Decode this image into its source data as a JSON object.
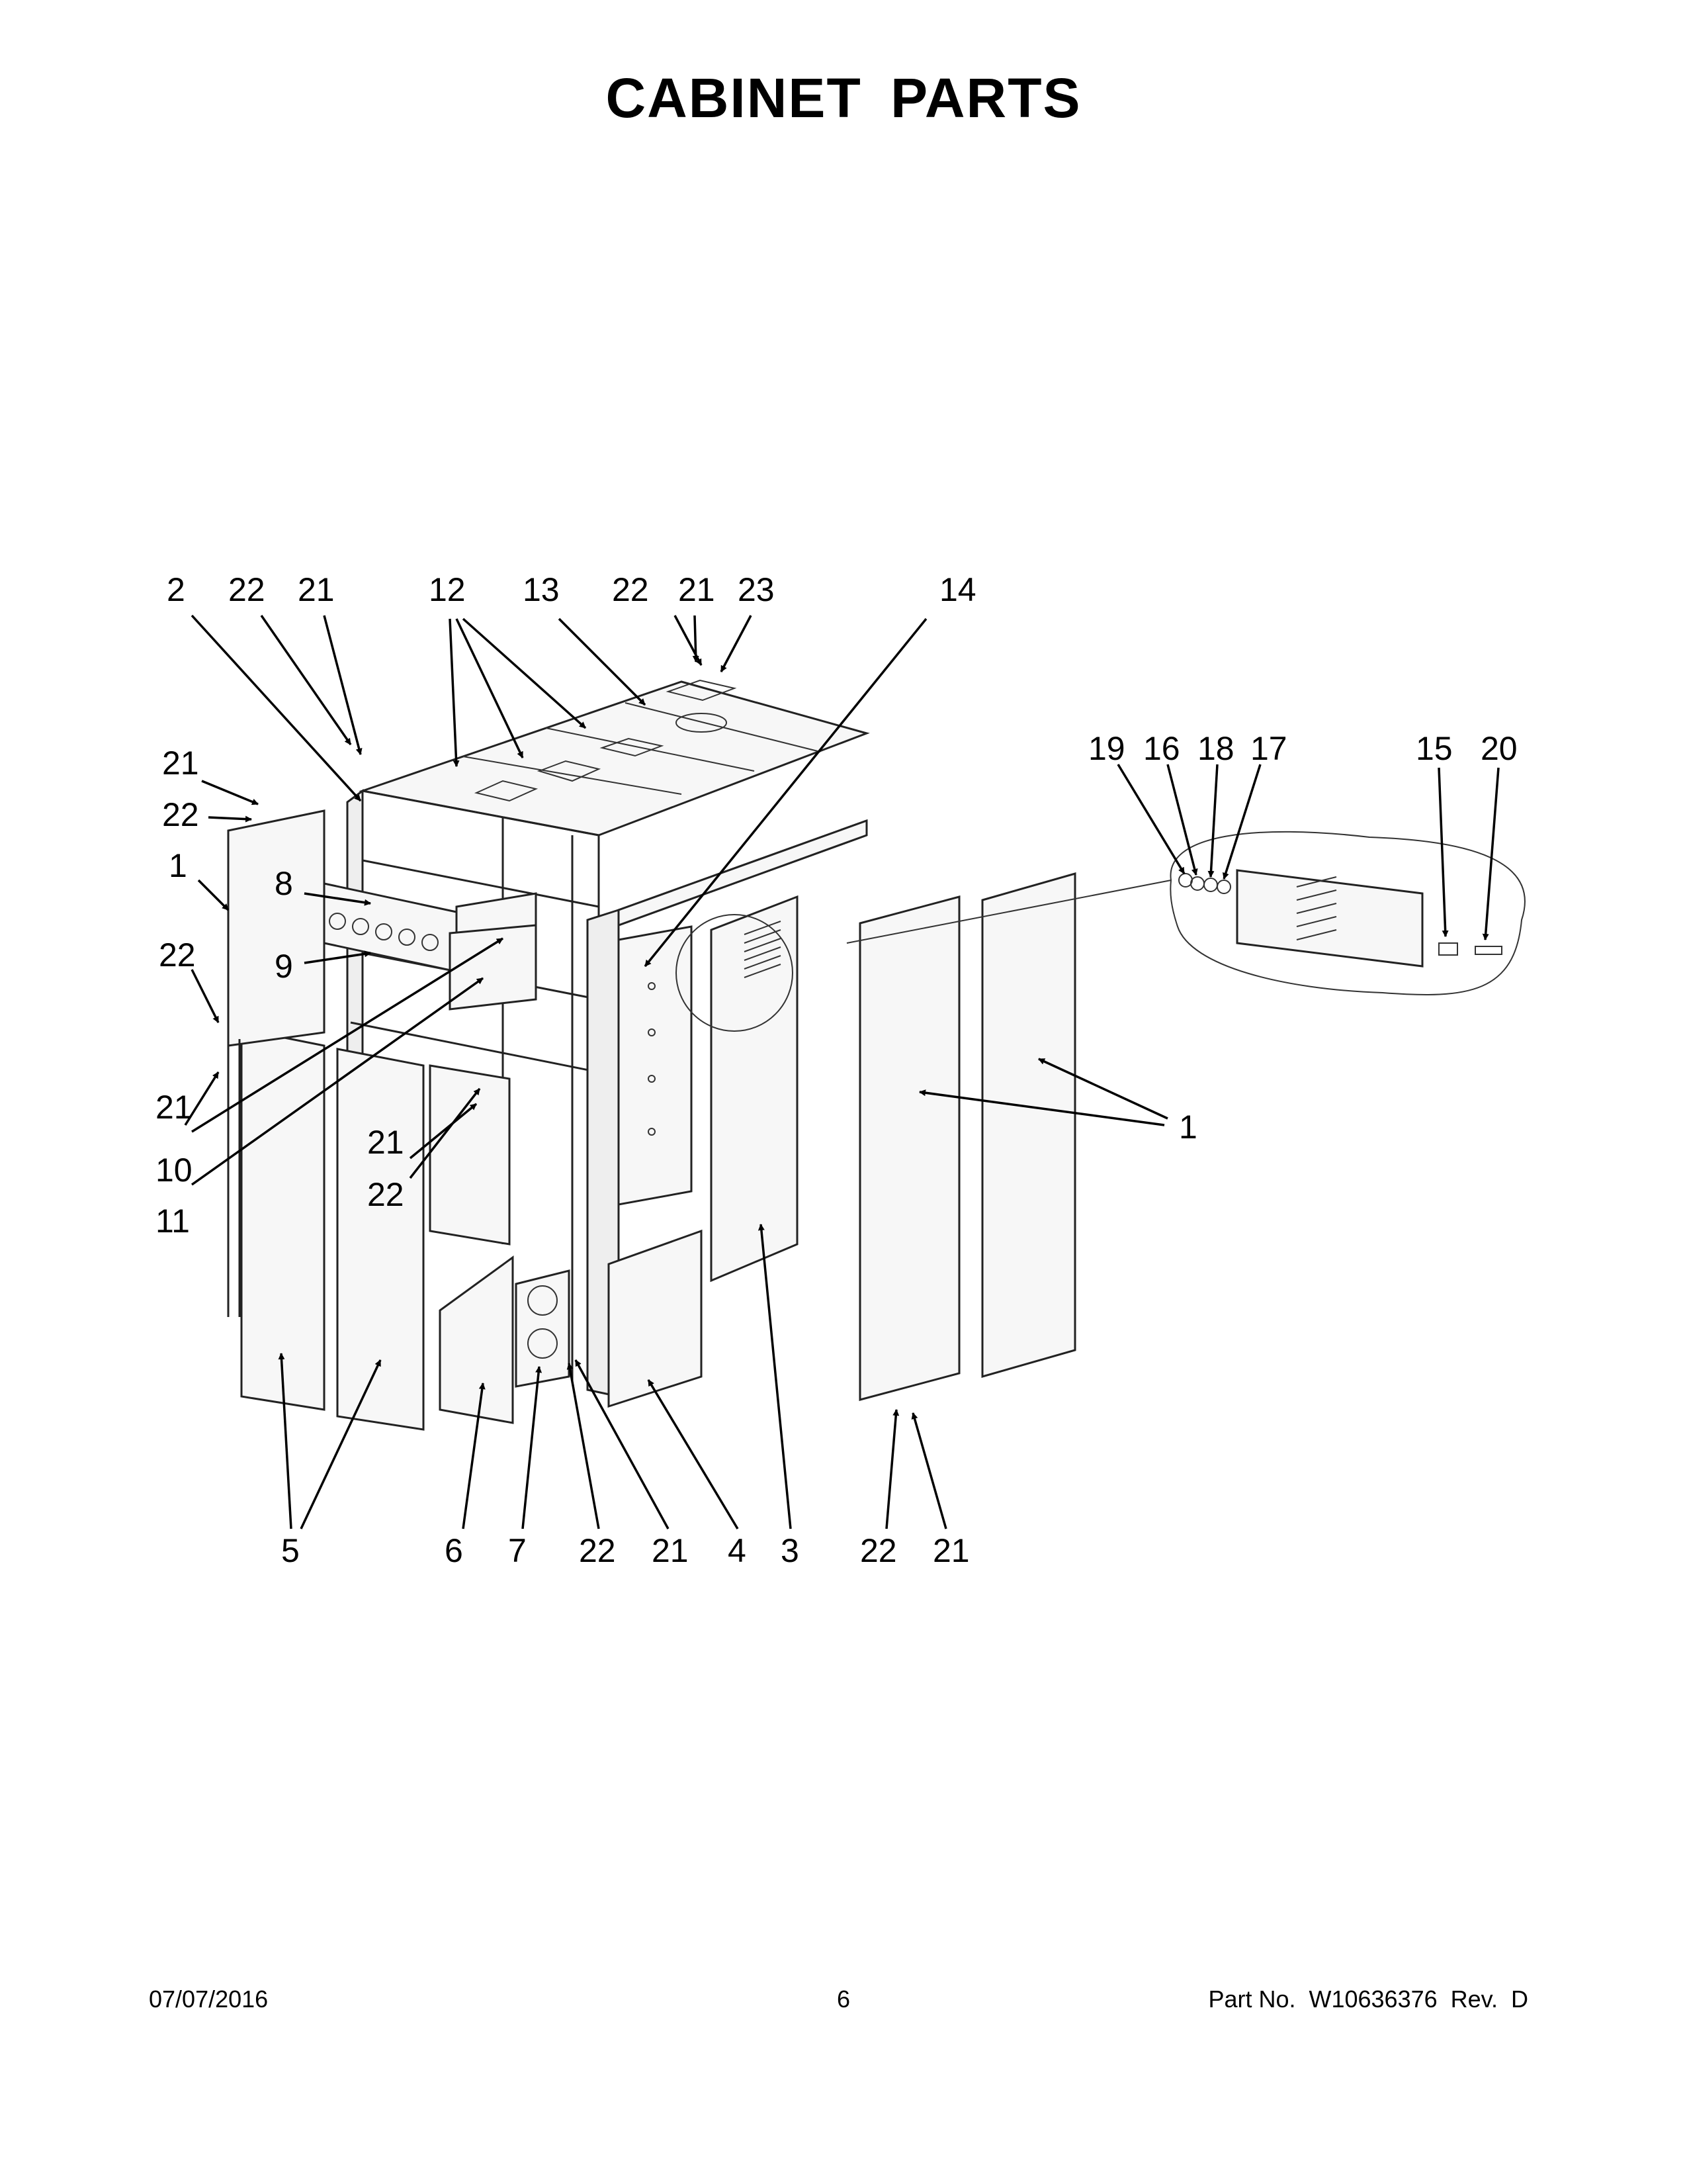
{
  "page": {
    "title": "CABINET PARTS",
    "footer": {
      "date": "07/07/2016",
      "page_number": "6",
      "part_number": "Part No.  W10636376  Rev.  D"
    }
  },
  "callouts": {
    "top_row": [
      "2",
      "22",
      "21",
      "12",
      "13",
      "22",
      "21",
      "23",
      "14"
    ],
    "left_side": [
      "21",
      "22",
      "1",
      "8",
      "22",
      "9",
      "21",
      "10",
      "11",
      "21",
      "22"
    ],
    "detail": [
      "19",
      "16",
      "18",
      "17",
      "15",
      "20"
    ],
    "right_side": [
      "1"
    ],
    "bottom_row": [
      "5",
      "6",
      "7",
      "22",
      "21",
      "4",
      "3",
      "22",
      "21"
    ]
  }
}
